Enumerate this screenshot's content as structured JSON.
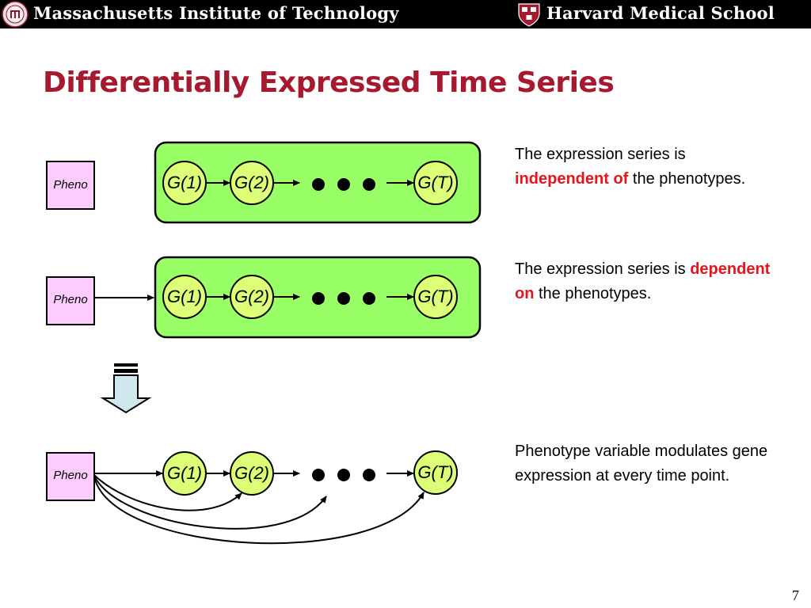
{
  "header": {
    "left_title": "Massachusetts Institute of Technology",
    "right_title": "Harvard Medical School",
    "left_logo_icon": "mit-seal-icon",
    "right_logo_icon": "harvard-shield-icon"
  },
  "slide": {
    "title": "Differentially Expressed Time Series",
    "page_number": "7"
  },
  "colors": {
    "title": "#a6192e",
    "box_fill": "#99ff66",
    "node_fill": "#ddff77",
    "pheno_fill": "#ffccff",
    "highlight": "#e8141b",
    "down_arrow_fill": "#cfe8ee"
  },
  "diagrams": [
    {
      "pheno": "Pheno",
      "nodes": [
        "G(1)",
        "G(2)",
        "G(T)"
      ],
      "ellipsis": "• • •"
    },
    {
      "pheno": "Pheno",
      "nodes": [
        "G(1)",
        "G(2)",
        "G(T)"
      ],
      "ellipsis": "• • •"
    },
    {
      "pheno": "Pheno",
      "nodes": [
        "G(1)",
        "G(2)",
        "G(T)"
      ],
      "ellipsis": "• • •"
    }
  ],
  "descriptions": [
    {
      "before": "The expression series is ",
      "highlight": "independent of",
      "after": " the phenotypes."
    },
    {
      "before": "The expression series is ",
      "highlight": "dependent on",
      "after": " the phenotypes."
    },
    {
      "text": "Phenotype variable modulates gene expression at every time point."
    }
  ]
}
